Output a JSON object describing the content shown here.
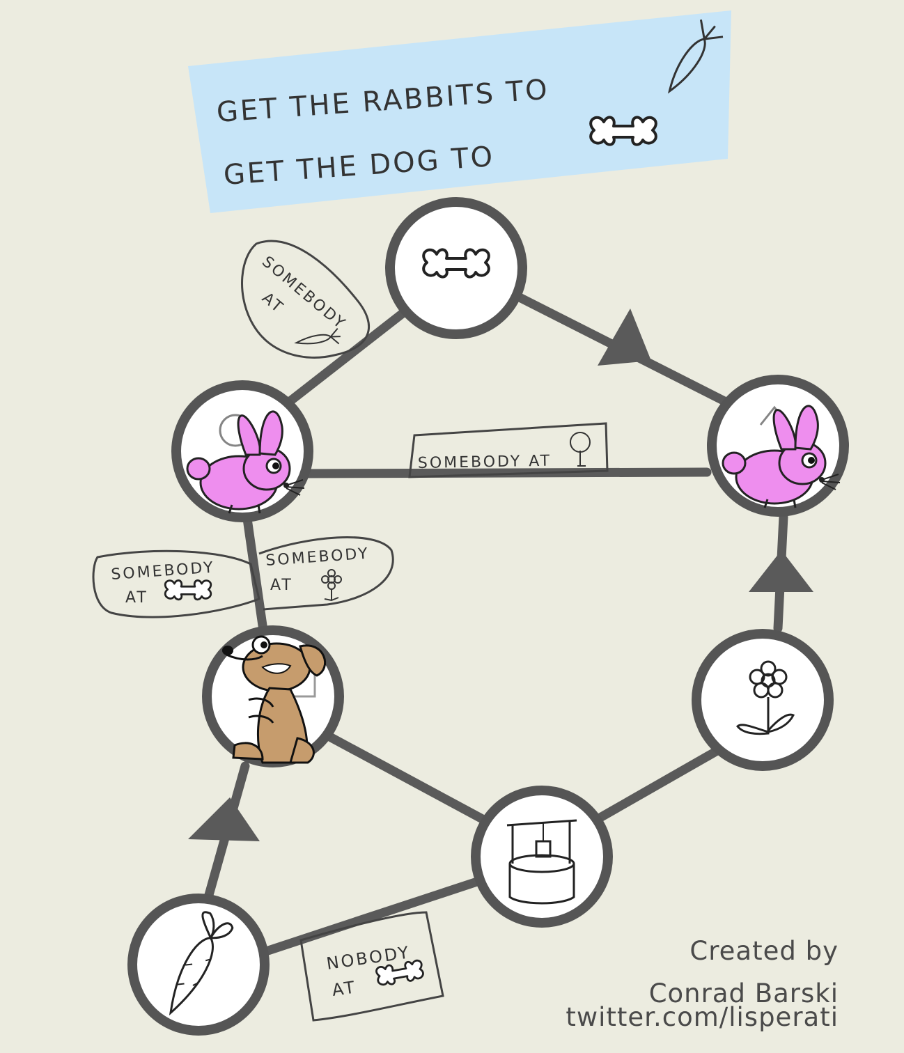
{
  "goal": {
    "line1": "GET THE RABBITS TO",
    "line2": "GET THE DOG TO"
  },
  "rules": {
    "top_left": {
      "line1": "SOMEBODY",
      "line2": "AT"
    },
    "middle": {
      "text": "SOMEBODY AT"
    },
    "left_a": {
      "line1": "SOMEBODY",
      "line2": "AT"
    },
    "left_b": {
      "line1": "SOMEBODY",
      "line2": "AT"
    },
    "bottom": {
      "line1": "NOBODY",
      "line2": "AT"
    }
  },
  "nodes": [
    {
      "id": "bone",
      "icon": "bone-icon"
    },
    {
      "id": "tree",
      "icon": "tree-icon",
      "piece": "rabbit"
    },
    {
      "id": "house",
      "icon": "house-icon",
      "piece": "rabbit"
    },
    {
      "id": "flower",
      "icon": "flower-icon"
    },
    {
      "id": "well",
      "icon": "well-icon"
    },
    {
      "id": "carrot",
      "icon": "carrot-icon"
    },
    {
      "id": "mailbox",
      "icon": "mailbox-icon",
      "piece": "dog"
    }
  ],
  "colors": {
    "goal_panel": "#c7e5f8",
    "rabbit": "#ee8eee",
    "dog": "#c69c6d",
    "path": "#5a5a5a"
  },
  "credit": {
    "line1": "Created by",
    "line2": "Conrad Barski",
    "line3": "twitter.com/lisperati"
  }
}
